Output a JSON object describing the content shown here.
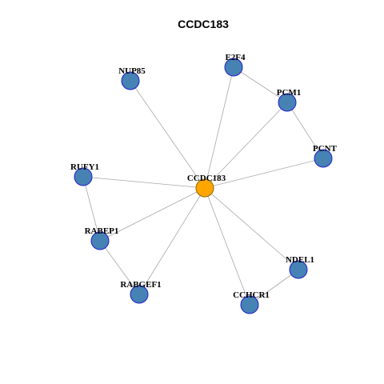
{
  "title": "CCDC183",
  "colors": {
    "hub_fill": "#ffa500",
    "hub_stroke": "#8a6a00",
    "node_fill": "#4682b4",
    "node_stroke": "#1f1fcc",
    "edge": "#a8a8a8"
  },
  "nodes": [
    {
      "id": "CCDC183",
      "label": "CCDC183",
      "hub": true
    },
    {
      "id": "E2F4",
      "label": "E2F4"
    },
    {
      "id": "NUP85",
      "label": "NUP85"
    },
    {
      "id": "PCM1",
      "label": "PCM1"
    },
    {
      "id": "PCNT",
      "label": "PCNT"
    },
    {
      "id": "RUFY1",
      "label": "RUFY1"
    },
    {
      "id": "RABEP1",
      "label": "RABEP1"
    },
    {
      "id": "RABGEF1",
      "label": "RABGEF1"
    },
    {
      "id": "NDEL1",
      "label": "NDEL1"
    },
    {
      "id": "CCHCR1",
      "label": "CCHCR1"
    }
  ],
  "edges": [
    [
      "CCDC183",
      "E2F4"
    ],
    [
      "CCDC183",
      "NUP85"
    ],
    [
      "CCDC183",
      "PCM1"
    ],
    [
      "CCDC183",
      "PCNT"
    ],
    [
      "CCDC183",
      "RUFY1"
    ],
    [
      "CCDC183",
      "RABEP1"
    ],
    [
      "CCDC183",
      "RABGEF1"
    ],
    [
      "CCDC183",
      "NDEL1"
    ],
    [
      "CCDC183",
      "CCHCR1"
    ],
    [
      "E2F4",
      "PCM1"
    ],
    [
      "PCM1",
      "PCNT"
    ],
    [
      "RUFY1",
      "RABEP1"
    ],
    [
      "RABEP1",
      "RABGEF1"
    ],
    [
      "NDEL1",
      "CCHCR1"
    ]
  ]
}
